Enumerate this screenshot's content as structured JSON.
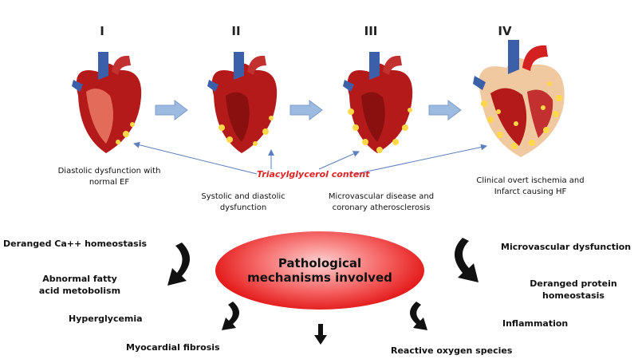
{
  "stages": [
    {
      "numeral": "I",
      "caption": "Diastolic dysfunction with normal  EF"
    },
    {
      "numeral": "II",
      "caption": "Systolic and diastolic dysfunction"
    },
    {
      "numeral": "III",
      "caption": "Microvascular disease and coronary atherosclerosis"
    },
    {
      "numeral": "IV",
      "caption": "Clinical overt ischemia and Infarct causing HF"
    }
  ],
  "center_label": "Triacylglycerol content",
  "central_node": "Pathological mechanisms involved",
  "mechanisms": {
    "ca": "Deranged Ca++ homeostasis",
    "fatty": "Abnormal fatty acid metobolism",
    "hyper": "Hyperglycemia",
    "fibrosis": "Myocardial fibrosis",
    "ros": "Reactive oxygen species",
    "inflammation": "Inflammation",
    "protein": "Deranged protein homeostasis",
    "micro": "Microvascular dysfunction"
  },
  "colors": {
    "accent_red": "#e02424",
    "arrow_blue": "#9dbbe0",
    "heart_red": "#b51a1a",
    "vessel_blue": "#3b5fa8",
    "fat_yellow": "#ffd84a"
  }
}
